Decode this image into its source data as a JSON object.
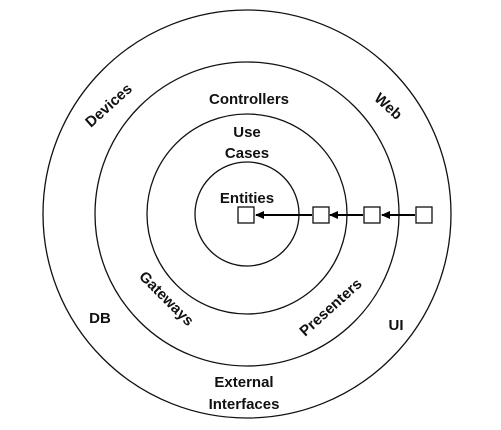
{
  "labels": {
    "devices": "Devices",
    "web": "Web",
    "controllers": "Controllers",
    "use": "Use",
    "cases": "Cases",
    "entities": "Entities",
    "gateways": "Gateways",
    "presenters": "Presenters",
    "db": "DB",
    "ui": "UI",
    "external": "External",
    "interfaces": "Interfaces"
  },
  "colors": {
    "stroke": "#111111",
    "background": "#ffffff"
  }
}
